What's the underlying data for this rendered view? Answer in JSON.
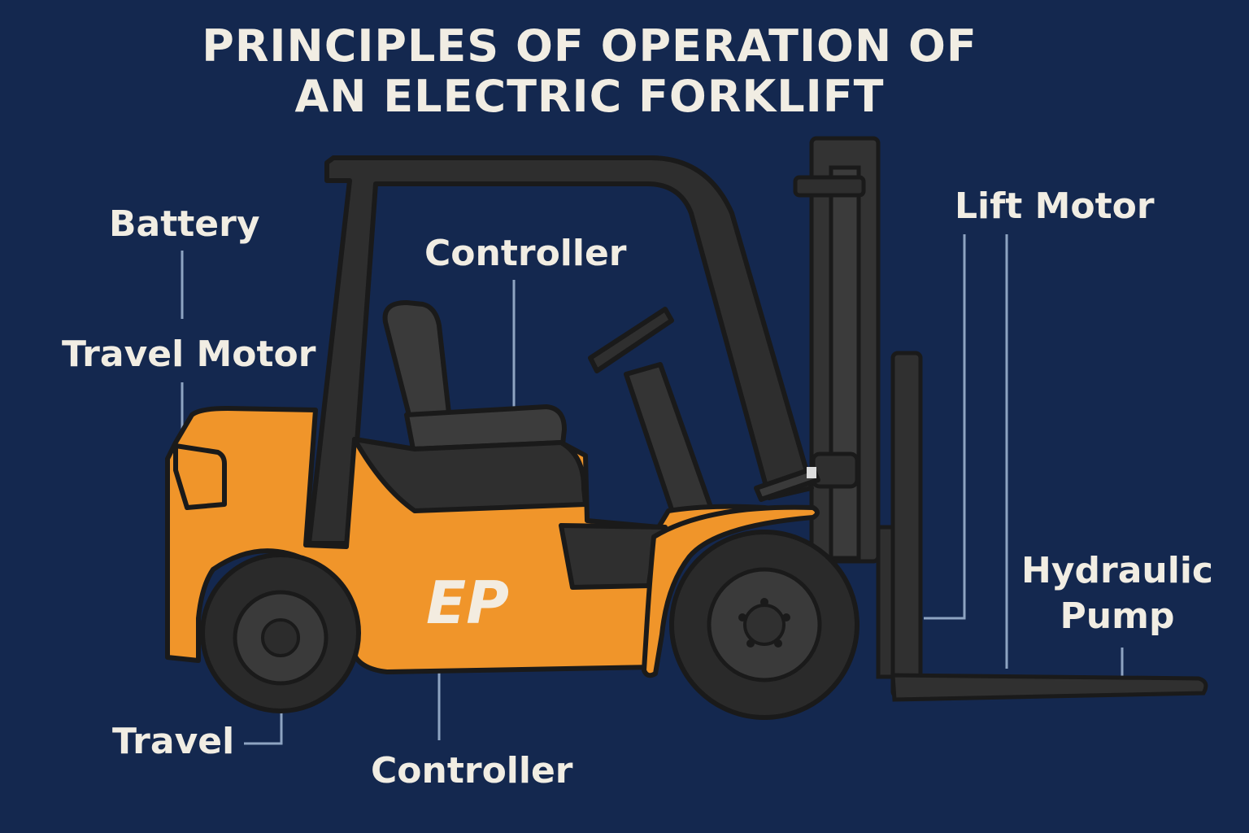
{
  "title": {
    "line1": "PRINCIPLES OF OPERATION OF",
    "line2": "AN ELECTRIC FORKLIFT"
  },
  "labels": {
    "battery": "Battery",
    "travel_motor": "Travel Motor",
    "controller_top": "Controller",
    "lift_motor": "Lift Motor",
    "hydraulic_pump_line1": "Hydraulic",
    "hydraulic_pump_line2": "Pump",
    "travel": "Travel",
    "controller_bottom": "Controller"
  },
  "logo_text": "EP",
  "colors": {
    "background": "#14284f",
    "body": "#f0952a",
    "frame": "#2b2b2b",
    "text": "#f1ede3",
    "leader": "#8ea4c2"
  }
}
